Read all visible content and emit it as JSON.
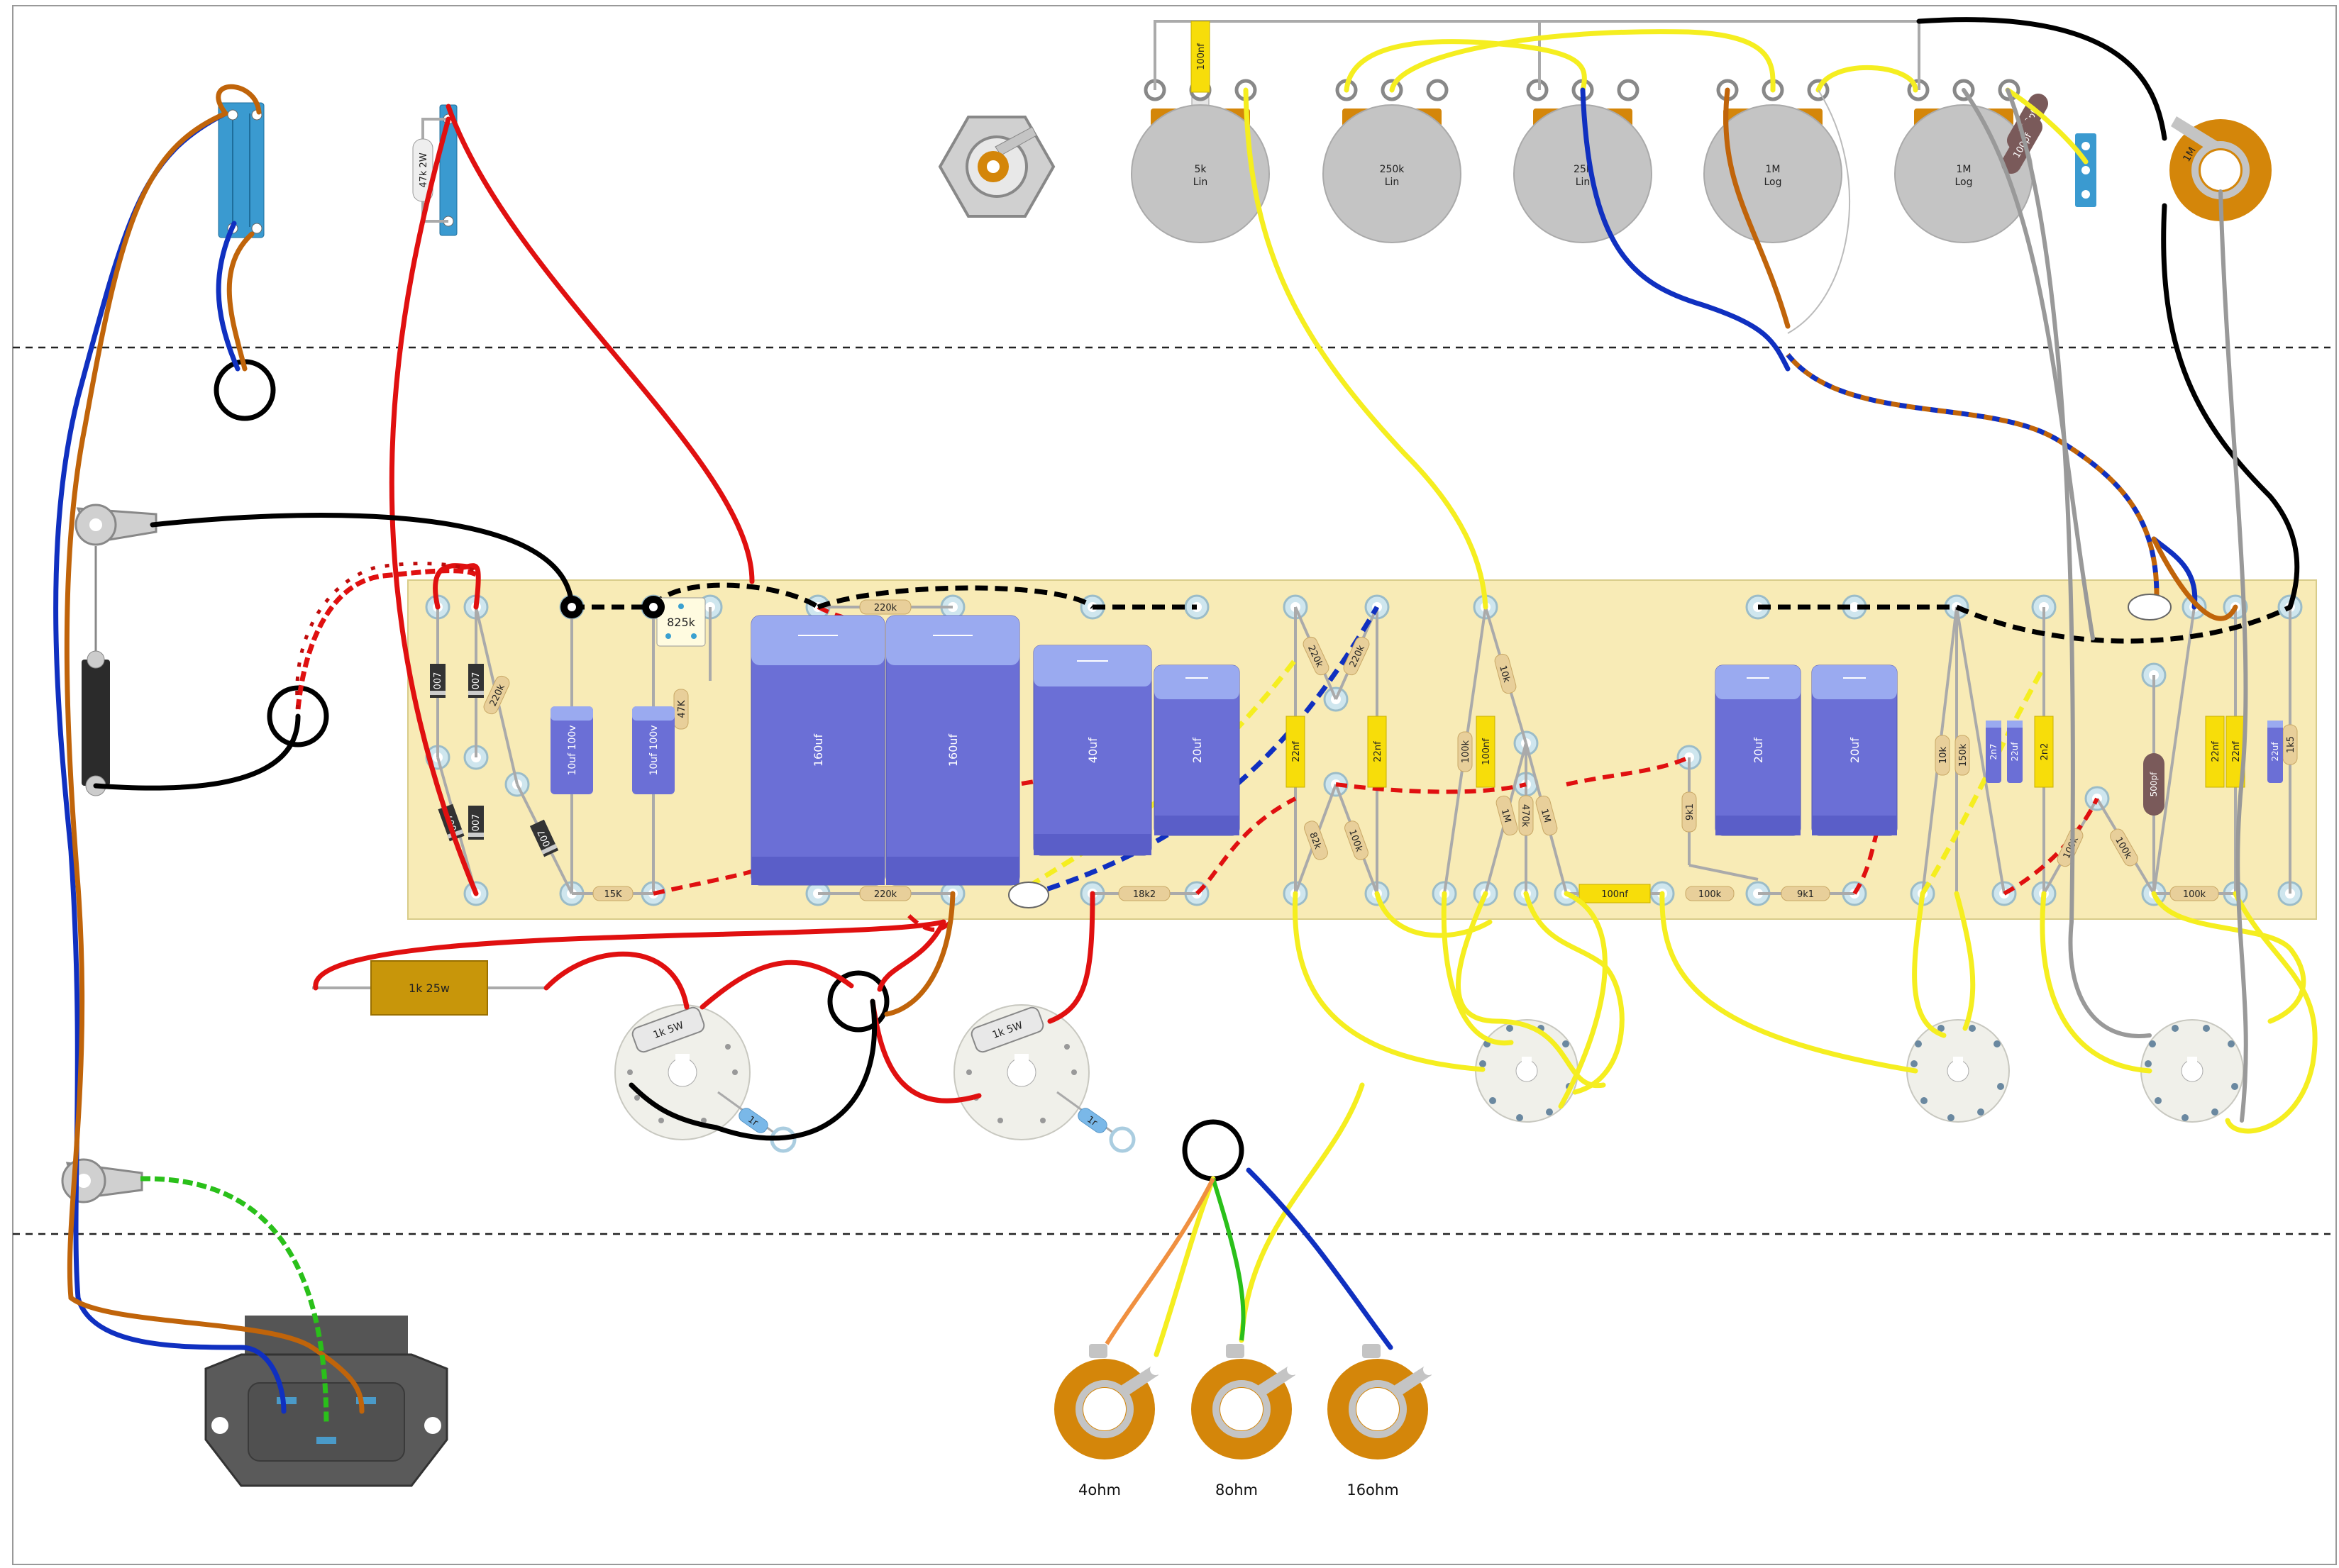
{
  "board": {
    "resistors": {
      "r_220k_top": "220k",
      "r_220k_bottom": "220k",
      "r_15k": "15K",
      "r_47k": "47K",
      "r_220k_left": "220k",
      "r_18k2": "18k2",
      "r_220k_a": "220k",
      "r_220k_b": "220k",
      "r_82k": "82k",
      "r_100k_a": "100k",
      "r_10k": "10k",
      "r_1m_a": "1M",
      "r_1m_b": "1M",
      "r_470k": "470k",
      "r_9k1_v": "9k1",
      "r_100k_h1": "100k",
      "r_9k1_h": "9k1",
      "r_10k_b": "10k",
      "r_150k": "150k",
      "r_100k_b": "100k",
      "r_100k_c": "100k",
      "r_100k_h2": "100k",
      "r_1k5": "1k5"
    },
    "caps": {
      "c_10uf_1": "10uf 100v",
      "c_10uf_2": "10uf 100v",
      "c_160uf_1": "160uf",
      "c_160uf_2": "160uf",
      "c_40uf": "40uf",
      "c_20uf_1": "20uf",
      "c_20uf_2": "20uf",
      "c_20uf_3": "20uf",
      "c_22nf_a": "22nf",
      "c_22nf_b": "22nf",
      "c_100nf_v": "100nf",
      "c_100nf_h": "100nf",
      "c_2n7": "2n7",
      "c_22uf_a": "22uf",
      "c_2n2": "2n2",
      "c_500pf_v": "500pf",
      "c_22nf_c": "22nf",
      "c_22nf_d": "22nf",
      "c_22uf_b": "22uf"
    },
    "trimmer": "825k",
    "diodes": [
      "007",
      "007",
      "007",
      "007",
      "007"
    ]
  },
  "pots": [
    {
      "value": "5k",
      "taper": "Lin"
    },
    {
      "value": "250k",
      "taper": "Lin"
    },
    {
      "value": "25k",
      "taper": "Lin"
    },
    {
      "value": "1M",
      "taper": "Log"
    },
    {
      "value": "1M",
      "taper": "Log"
    }
  ],
  "pot_caps": {
    "c_100nf": "100nf",
    "c_500pf": "500pf",
    "c_100pf": "100pf"
  },
  "bias_pot": "1M",
  "resistor_47k_2w": "47k 2W",
  "resistor_1k_25w": "1k 25w",
  "socket_labels": {
    "s1": "1k 5W",
    "s2": "1k 5W"
  },
  "socket_resistors": {
    "r1": "1r",
    "r2": "1r"
  },
  "speaker_outputs": [
    "4ohm",
    "8ohm",
    "16ohm"
  ],
  "colors": {
    "board": "#f8ebb6",
    "capacitor": "#6b6fd6",
    "capacitor_top": "#9aaaf0",
    "pot_body": "#c4c4c4",
    "pot_tab": "#d4860a",
    "jack": "#d4860a",
    "wire_red": "#e01010",
    "wire_black": "#000000",
    "wire_yellow": "#f5ee20",
    "wire_blue": "#1030c0",
    "wire_brown": "#c0640a",
    "wire_green": "#2ac01a",
    "wire_grey": "#999999"
  }
}
